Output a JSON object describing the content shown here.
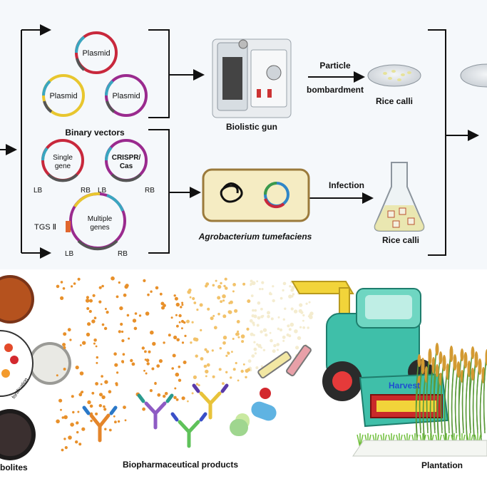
{
  "vectors": {
    "plasmid_1": "Plasmid",
    "plasmid_2": "Plasmid",
    "plasmid_3": "Plasmid",
    "binary_title": "Binary vectors",
    "single_gene_line1": "Single",
    "single_gene_line2": "gene",
    "crispr_line1": "CRISPR/",
    "crispr_line2": "Cas",
    "multi_line1": "Multiple",
    "multi_line2": "genes",
    "tgs": "TGS Ⅱ",
    "lb_1": "LB",
    "rb_1": "RB",
    "lb_2": "LB",
    "rb_2": "RB",
    "lb_3": "LB",
    "rb_3": "RB"
  },
  "delivery": {
    "biolistic_gun": "Biolistic gun",
    "agrobacterium": "Agrobacterium tumefaciens",
    "particle": "Particle",
    "bombardment": "bombardment",
    "infection": "Infection",
    "rice_calli_1": "Rice calli",
    "rice_calli_2": "Rice calli"
  },
  "bottom": {
    "metabolites": "bolites",
    "fortification": "fortification",
    "biopharma": "Biopharmaceutical products",
    "harvest": "Harvest",
    "plantation": "Plantation"
  },
  "colors": {
    "plasmid_red": "#c8283c",
    "plasmid_yellow": "#e8c62e",
    "plasmid_purple": "#9a2a8e",
    "plasmid_teal": "#3aa6c0",
    "machine_teal": "#3fbfa9",
    "harvest_yellow": "#f2d43a",
    "dots_orange": "#e8902a"
  }
}
